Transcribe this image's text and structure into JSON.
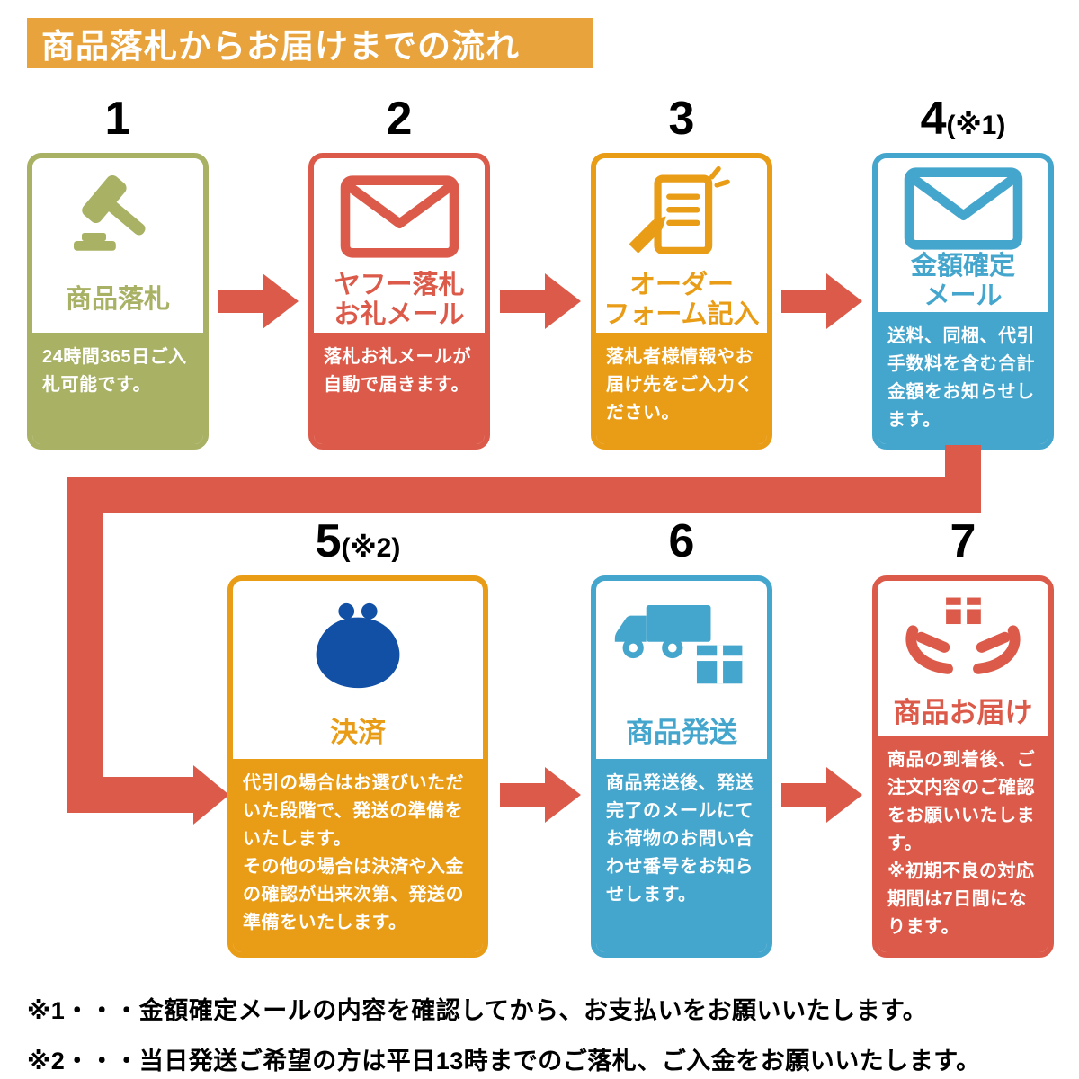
{
  "title": "商品落札からお届けまでの流れ",
  "colors": {
    "banner_orange": "#E8A33C",
    "olive": "#A9B164",
    "red": "#DC5A49",
    "orange": "#E99C16",
    "blue": "#45A6CD",
    "purse_blue": "#1150A5",
    "arrow_red": "#DC5A49",
    "text_black": "#000000"
  },
  "steps": [
    {
      "number": "1",
      "note": "",
      "title": "商品落札",
      "body": "24時間365日ご入札可能です。",
      "icon": "gavel-icon",
      "color": "#A9B164"
    },
    {
      "number": "2",
      "note": "",
      "title": "ヤフー落札\nお礼メール",
      "body": "落札お礼メールが自動で届きます。",
      "icon": "mail-icon",
      "color": "#DC5A49"
    },
    {
      "number": "3",
      "note": "",
      "title": "オーダー\nフォーム記入",
      "body": "落札者様情報やお届け先をご入力ください。",
      "icon": "order-form-icon",
      "color": "#E99C16"
    },
    {
      "number": "4",
      "note": "(※1)",
      "title": "金額確定\nメール",
      "body": "送料、同梱、代引手数料を含む合計金額をお知らせします。",
      "icon": "mail-icon",
      "color": "#45A6CD"
    },
    {
      "number": "5",
      "note": "(※2)",
      "title": "決済",
      "body": "代引の場合はお選びいただいた段階で、発送の準備をいたします。\nその他の場合は決済や入金の確認が出来次第、発送の準備をいたします。",
      "icon": "purse-icon",
      "color": "#E99C16"
    },
    {
      "number": "6",
      "note": "",
      "title": "商品発送",
      "body": "商品発送後、発送完了のメールにてお荷物のお問い合わせ番号をお知らせします。",
      "icon": "truck-icon",
      "color": "#45A6CD"
    },
    {
      "number": "7",
      "note": "",
      "title": "商品お届け",
      "body": "商品の到着後、ご注文内容のご確認をお願いいたします。\n※初期不良の対応期間は7日間になります。",
      "icon": "delivery-hands-icon",
      "color": "#DC5A49"
    }
  ],
  "footnotes": [
    "※1・・・金額確定メールの内容を確認してから、お支払いをお願いいたします。",
    "※2・・・当日発送ご希望の方は平日13時までのご落札、ご入金をお願いいたします。"
  ]
}
